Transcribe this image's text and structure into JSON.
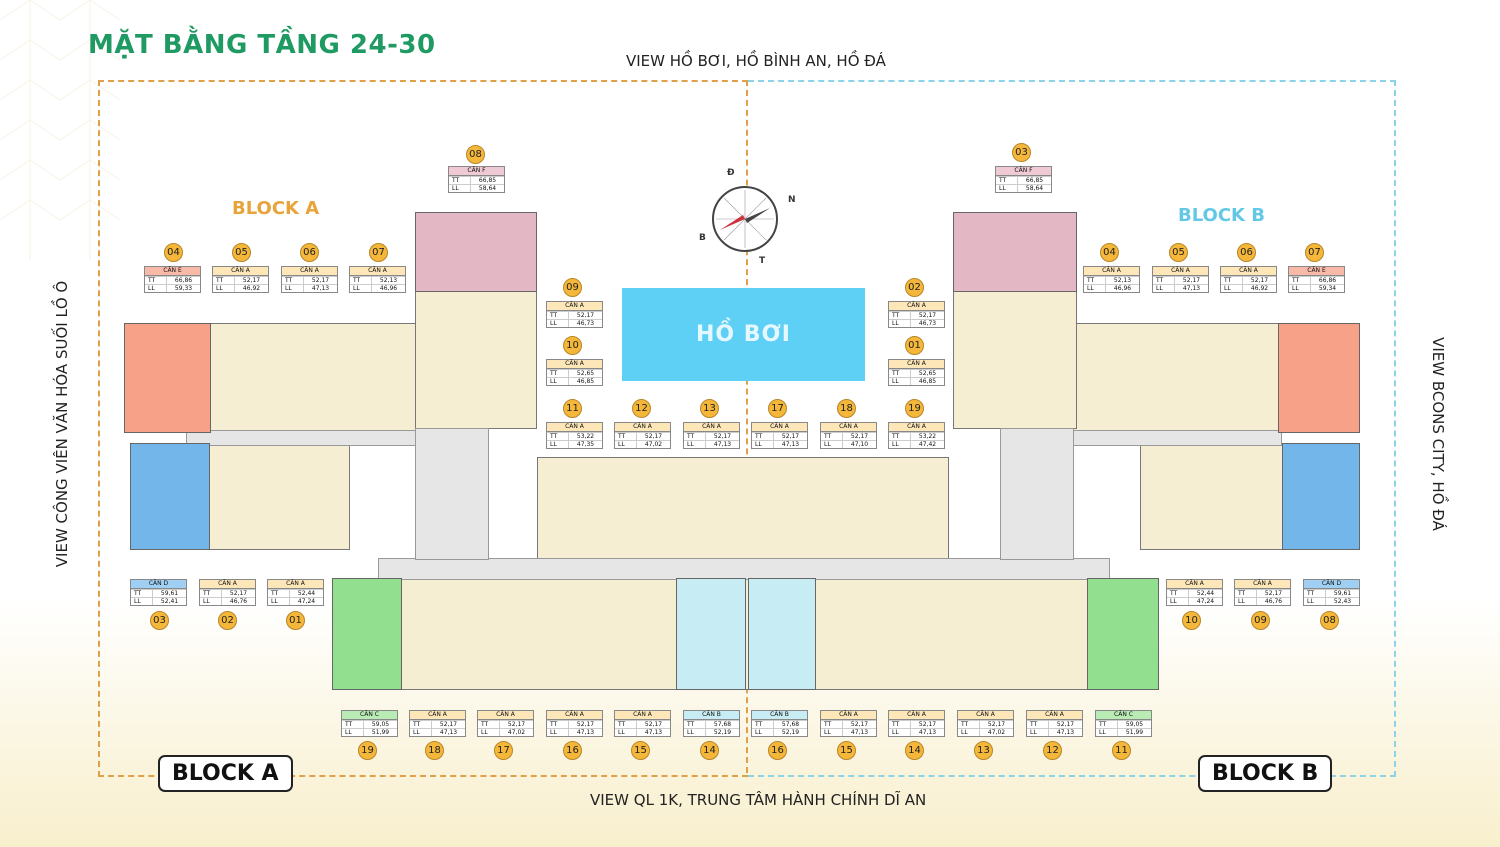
{
  "title": "MẶT BẰNG TẦNG 24-30",
  "views": {
    "top": "VIEW HỒ BƠI, HỒ BÌNH AN, HỒ ĐÁ",
    "bottom": "VIEW QL 1K, TRUNG TÂM HÀNH CHÍNH DĨ AN",
    "left": "VIEW CÔNG VIÊN VĂN HÓA SUỐI LỒ Ô",
    "right": "VIEW BCONS CITY, HỒ ĐÁ"
  },
  "pool_label": "HỒ BƠI",
  "block_a": {
    "title": "BLOCK A",
    "label": "BLOCK A"
  },
  "block_b": {
    "title": "BLOCK B",
    "label": "BLOCK B"
  },
  "compass": {
    "d": "Đ",
    "n": "N",
    "b": "B",
    "t": "T"
  },
  "colors": {
    "title": "#1f9a63",
    "block_a": "#e8a33a",
    "block_b": "#63c8e6",
    "pool": "#5fd0f5",
    "unit_a": "#fbf3c8",
    "unit_d": "#73b6ea",
    "unit_e": "#f7a189",
    "unit_f": "#e3b8c4",
    "unit_c": "#92e08f",
    "unit_b": "#c8ecf4"
  },
  "row_labels": {
    "tt": "TT",
    "ll": "LL"
  },
  "units": [
    {
      "num": "08",
      "type": "CĂN F",
      "tt": "66,85",
      "ll": "58,64"
    },
    {
      "num": "04",
      "type": "CĂN E",
      "tt": "66,86",
      "ll": "59,33"
    },
    {
      "num": "05",
      "type": "CĂN A",
      "tt": "52,17",
      "ll": "46,92"
    },
    {
      "num": "06",
      "type": "CĂN A",
      "tt": "52,17",
      "ll": "47,13"
    },
    {
      "num": "07",
      "type": "CĂN A",
      "tt": "52,13",
      "ll": "46,96"
    },
    {
      "num": "09",
      "type": "CĂN A",
      "tt": "52,17",
      "ll": "46,73"
    },
    {
      "num": "10",
      "type": "CĂN A",
      "tt": "52,65",
      "ll": "46,85"
    },
    {
      "num": "11",
      "type": "CĂN A",
      "tt": "53,22",
      "ll": "47,35"
    },
    {
      "num": "12",
      "type": "CĂN A",
      "tt": "52,17",
      "ll": "47,02"
    },
    {
      "num": "13",
      "type": "CĂN A",
      "tt": "52,17",
      "ll": "47,13"
    },
    {
      "num": "03",
      "type": "CĂN D",
      "tt": "59,61",
      "ll": "52,41"
    },
    {
      "num": "02",
      "type": "CĂN A",
      "tt": "52,17",
      "ll": "46,76"
    },
    {
      "num": "01",
      "type": "CĂN A",
      "tt": "52,44",
      "ll": "47,24"
    },
    {
      "num": "19",
      "type": "CĂN C",
      "tt": "59,05",
      "ll": "51,99"
    },
    {
      "num": "18",
      "type": "CĂN A",
      "tt": "52,17",
      "ll": "47,13"
    },
    {
      "num": "17",
      "type": "CĂN A",
      "tt": "52,17",
      "ll": "47,02"
    },
    {
      "num": "16",
      "type": "CĂN A",
      "tt": "52,17",
      "ll": "47,13"
    },
    {
      "num": "15",
      "type": "CĂN A",
      "tt": "52,17",
      "ll": "47,13"
    },
    {
      "num": "14",
      "type": "CĂN B",
      "tt": "57,68",
      "ll": "52,19"
    },
    {
      "num": "03",
      "type": "CĂN F",
      "tt": "66,85",
      "ll": "58,64"
    },
    {
      "num": "04",
      "type": "CĂN A",
      "tt": "52,13",
      "ll": "46,96"
    },
    {
      "num": "05",
      "type": "CĂN A",
      "tt": "52,17",
      "ll": "47,13"
    },
    {
      "num": "06",
      "type": "CĂN A",
      "tt": "52,17",
      "ll": "46,92"
    },
    {
      "num": "07",
      "type": "CĂN E",
      "tt": "66,86",
      "ll": "59,34"
    },
    {
      "num": "02",
      "type": "CĂN A",
      "tt": "52,17",
      "ll": "46,73"
    },
    {
      "num": "01",
      "type": "CĂN A",
      "tt": "52,65",
      "ll": "46,85"
    },
    {
      "num": "17",
      "type": "CĂN A",
      "tt": "52,17",
      "ll": "47,13"
    },
    {
      "num": "18",
      "type": "CĂN A",
      "tt": "52,17",
      "ll": "47,10"
    },
    {
      "num": "19",
      "type": "CĂN A",
      "tt": "53,22",
      "ll": "47,42"
    },
    {
      "num": "10",
      "type": "CĂN A",
      "tt": "52,44",
      "ll": "47,24"
    },
    {
      "num": "09",
      "type": "CĂN A",
      "tt": "52,17",
      "ll": "46,76"
    },
    {
      "num": "08",
      "type": "CĂN D",
      "tt": "59,61",
      "ll": "52,43"
    },
    {
      "num": "16",
      "type": "CĂN B",
      "tt": "57,68",
      "ll": "52,19"
    },
    {
      "num": "15",
      "type": "CĂN A",
      "tt": "52,17",
      "ll": "47,13"
    },
    {
      "num": "14",
      "type": "CĂN A",
      "tt": "52,17",
      "ll": "47,13"
    },
    {
      "num": "13",
      "type": "CĂN A",
      "tt": "52,17",
      "ll": "47,02"
    },
    {
      "num": "12",
      "type": "CĂN A",
      "tt": "52,17",
      "ll": "47,13"
    },
    {
      "num": "11",
      "type": "CĂN C",
      "tt": "59,05",
      "ll": "51,99"
    }
  ]
}
